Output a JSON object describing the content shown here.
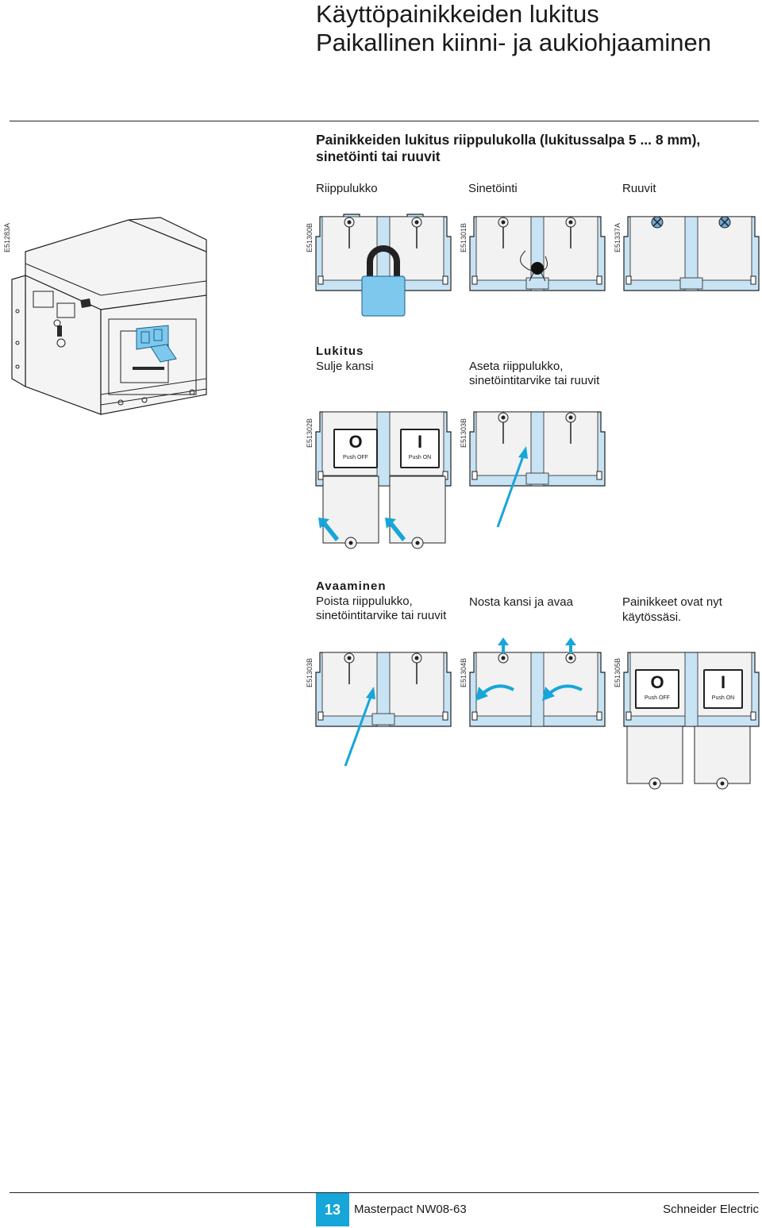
{
  "header": {
    "title_line1": "Käyttöpainikkeiden lukitus",
    "title_line2": "Paikallinen kiinni- ja aukiohjaaminen"
  },
  "section": {
    "heading_line1": "Painikkeiden lukitus riippulukolla (lukitussalpa 5 ... 8 mm),",
    "heading_line2": "sinetöinti tai ruuvit"
  },
  "options": {
    "padlock": "Riippulukko",
    "sealing": "Sinetöinti",
    "screws": "Ruuvit"
  },
  "codes": {
    "main": "E51283A",
    "padlock": "E51300B",
    "sealing": "E51301B",
    "screws": "E51337A",
    "lock_step1": "E51302B",
    "lock_step2": "E51303B",
    "open_step1": "E51303B",
    "open_step2": "E51304B",
    "open_step3": "E51305B"
  },
  "locking": {
    "title": "Lukitus",
    "step1": "Sulje kansi",
    "step2_line1": "Aseta riippulukko,",
    "step2_line2": "sinetöintitarvike tai ruuvit"
  },
  "opening": {
    "title": "Avaaminen",
    "step1_line1": "Poista riippulukko,",
    "step1_line2": "sinetöintitarvike tai ruuvit",
    "step2": "Nosta kansi ja avaa",
    "step3_line1": "Painikkeet ovat nyt",
    "step3_line2": "käytössäsi."
  },
  "buttons": {
    "off_symbol": "O",
    "off_label": "Push OFF",
    "on_symbol": "I",
    "on_label": "Push ON"
  },
  "footer": {
    "page_number": "13",
    "product": "Masterpact NW08-63",
    "brand": "Schneider Electric"
  },
  "colors": {
    "cover_fill": "#c8e3f3",
    "body_fill": "#f2f2f2",
    "accent": "#17a6d9",
    "padlock_fill": "#7ec8ee",
    "screw_fill": "#6fa7d6"
  }
}
